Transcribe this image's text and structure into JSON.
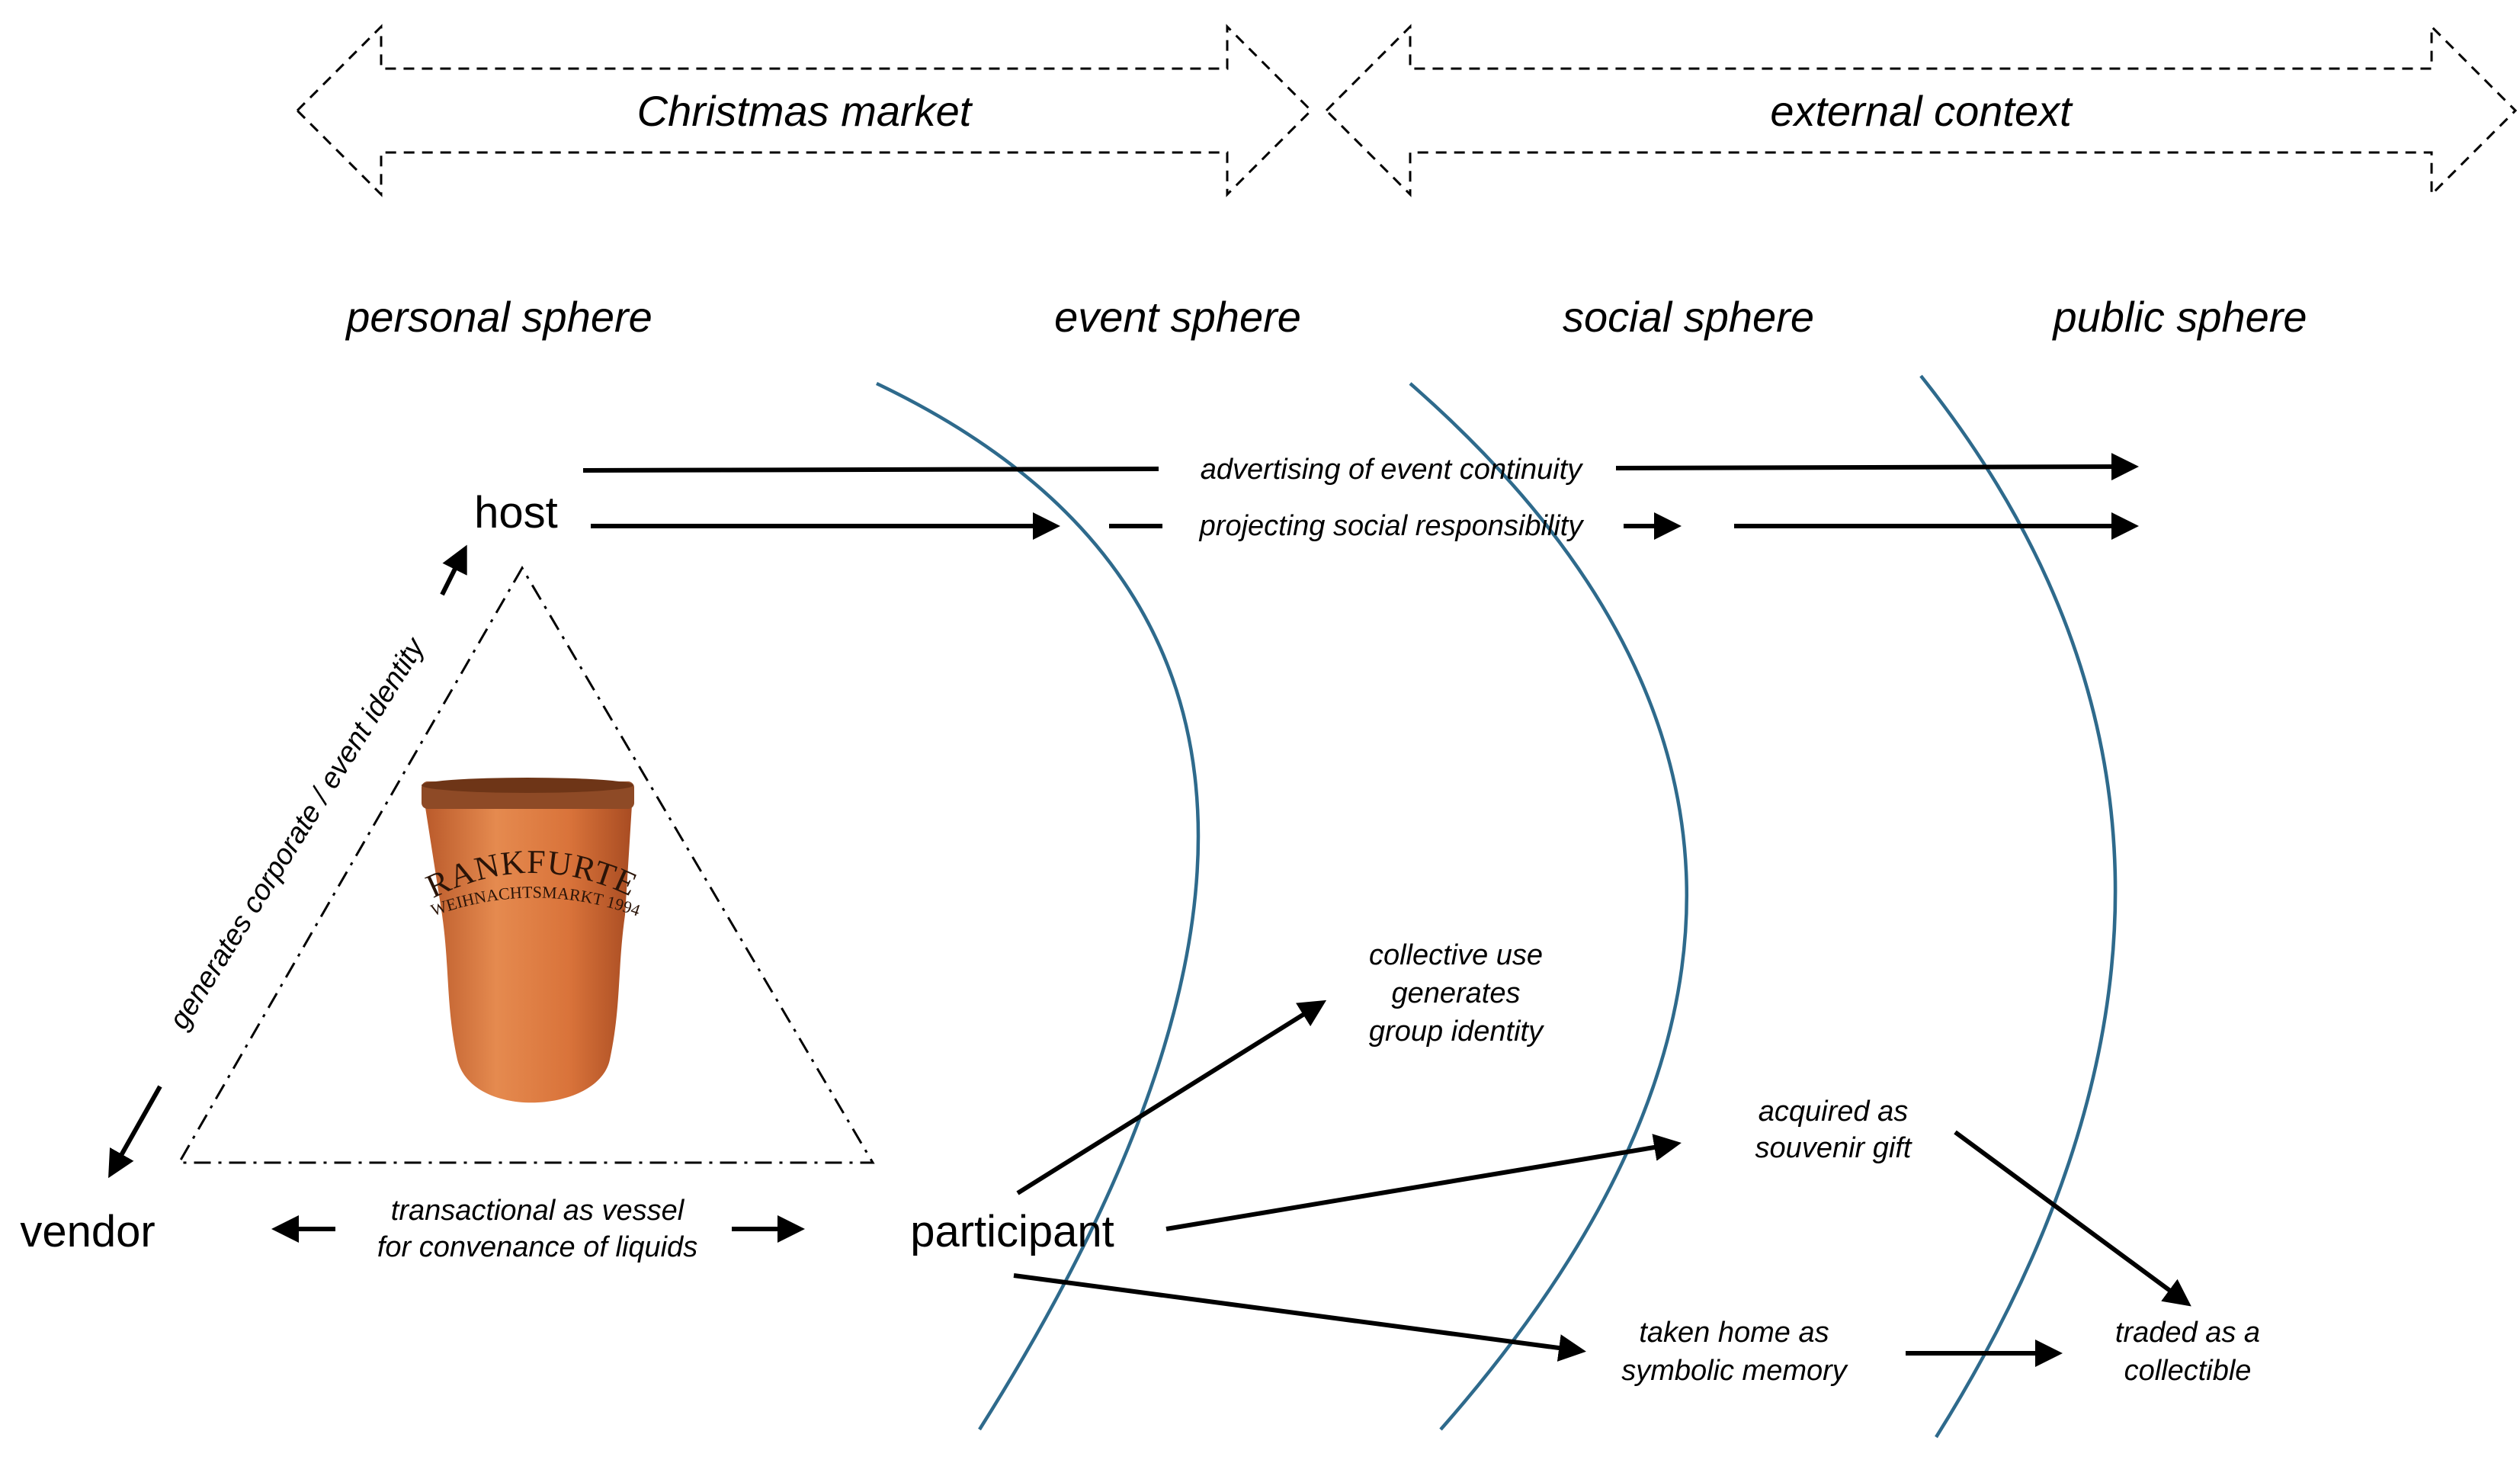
{
  "banners": {
    "left": "Christmas market",
    "right": "external context"
  },
  "spheres": {
    "personal": "personal sphere",
    "event": "event sphere",
    "social": "social sphere",
    "public": "public sphere"
  },
  "actors": {
    "host": "host",
    "vendor": "vendor",
    "participant": "participant"
  },
  "relations": {
    "host_vendor": "generates corporate / event identity",
    "vendor_participant_line1": "transactional as vessel",
    "vendor_participant_line2": "for convenance of liquids",
    "advertising": "advertising of event continuity",
    "projecting": "projecting social responsibility",
    "collective_line1": "collective use",
    "collective_line2": "generates",
    "collective_line3": "group identity",
    "acquired_line1": "acquired as",
    "acquired_line2": "souvenir gift",
    "taken_line1": "taken home as",
    "taken_line2": "symbolic memory",
    "traded_line1": "traded as a",
    "traded_line2": "collectible"
  },
  "cup": {
    "label_line1": "FRANKFURTER",
    "label_line2": "WEIHNACHTSMARKT 1994",
    "color": "#d9733a"
  },
  "colors": {
    "sphere_arc": "#2e6a8c",
    "ink": "#000000"
  }
}
